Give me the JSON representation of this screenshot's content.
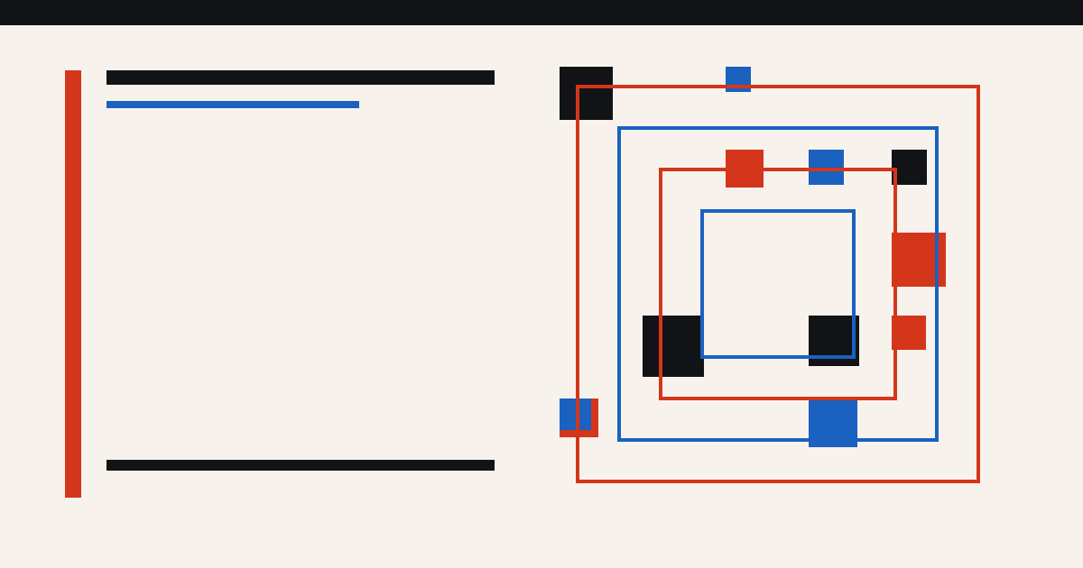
{
  "palette": {
    "background": "#f7f3ec",
    "ink": "#121316",
    "red": "#d4361c",
    "blue": "#1a61c0"
  },
  "layout_items": [
    "top-bar",
    "accent-rule",
    "title-rule",
    "subtitle-rule",
    "footer-rule",
    "concentric-square-artwork"
  ]
}
